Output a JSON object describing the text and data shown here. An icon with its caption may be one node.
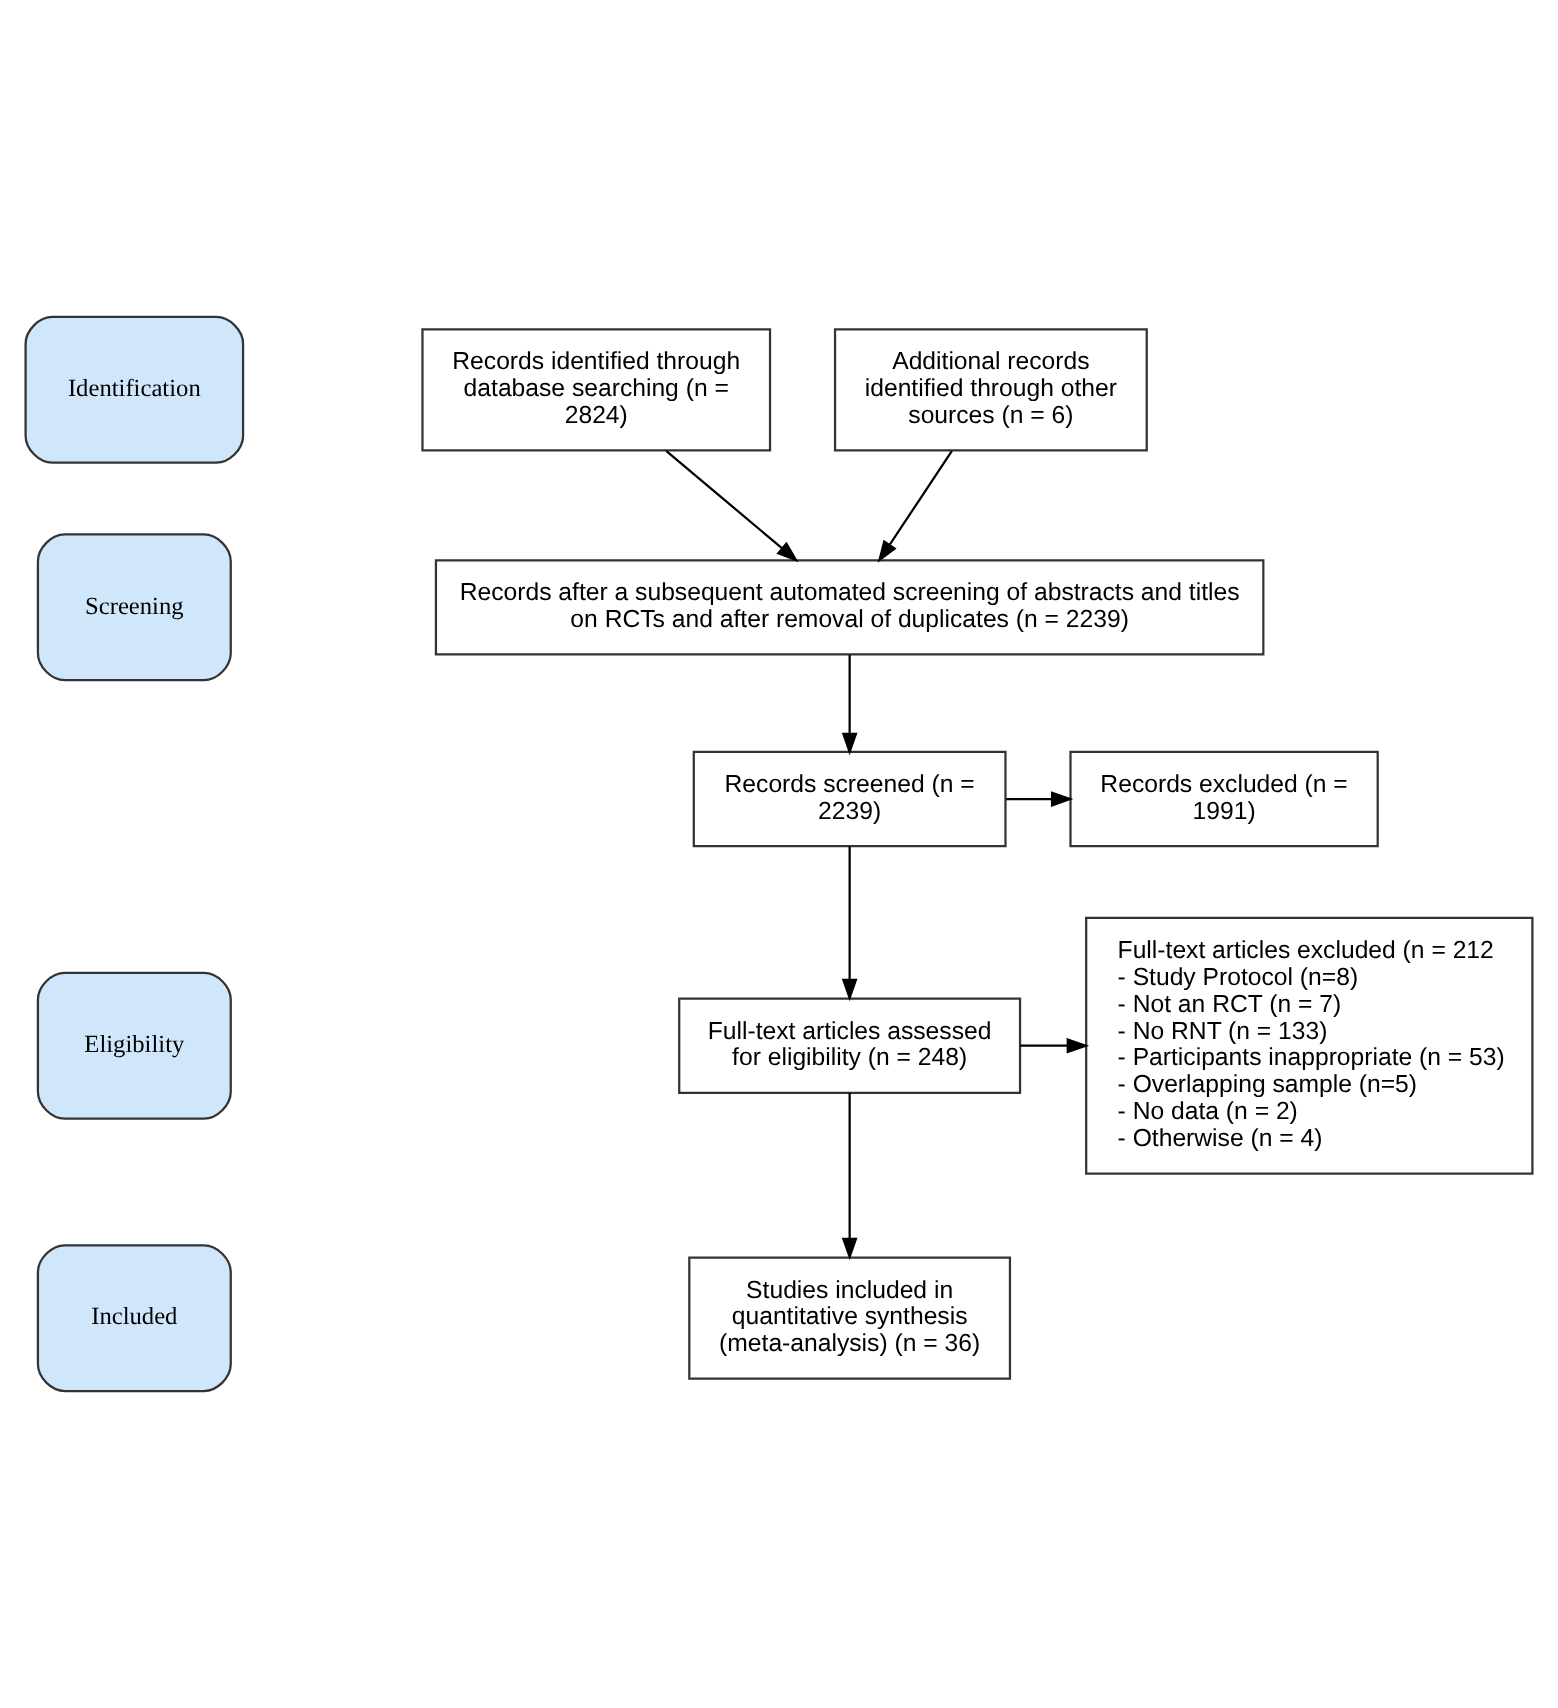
{
  "diagram": {
    "nodes": [
      {
        "text": [
          "Identification"
        ]
      },
      {
        "text": [
          "Screening"
        ]
      },
      {
        "text": [
          "Eligibility"
        ]
      },
      {
        "text": [
          "Included"
        ]
      },
      {
        "text": [
          "Records identified through database searching (n = 2824)"
        ]
      },
      {
        "text": [
          "Additional records identified through other sources (n = 6)"
        ]
      },
      {
        "text": [
          "Records after a subsequent automated screening of abstracts and titles on RCTs and after removal of duplicates (n = 2239)"
        ]
      },
      {
        "text": [
          "Records screened (n = 2239)"
        ]
      },
      {
        "text": [
          "Records excluded (n = 1991)"
        ]
      },
      {
        "text": [
          "Full-text articles assessed for eligibility (n = 248)"
        ]
      },
      {
        "text": [
          "Full-text articles excluded (n = 212",
          "- Study Protocol (n=8)",
          "- Not an RCT (n = 7)",
          "- No RNT (n = 133)",
          "- Participants inappropriate (n = 53)",
          "- Overlapping sample (n=5)",
          "- No data (n = 2)",
          "- Otherwise (n = 4)"
        ]
      },
      {
        "text": [
          "Studies included in quantitative synthesis (meta-analysis) (n = 36)"
        ]
      }
    ],
    "edges": [
      {
        "from": 4,
        "to": 6,
        "arrow": "to"
      },
      {
        "from": 5,
        "to": 6,
        "arrow": "to"
      },
      {
        "from": 6,
        "to": 7,
        "arrow": "to"
      },
      {
        "from": 7,
        "to": 8,
        "arrow": "to"
      },
      {
        "from": 7,
        "to": 9,
        "arrow": "to"
      },
      {
        "from": 9,
        "to": 10,
        "arrow": "to"
      },
      {
        "from": 9,
        "to": 11,
        "arrow": "to"
      }
    ]
  }
}
